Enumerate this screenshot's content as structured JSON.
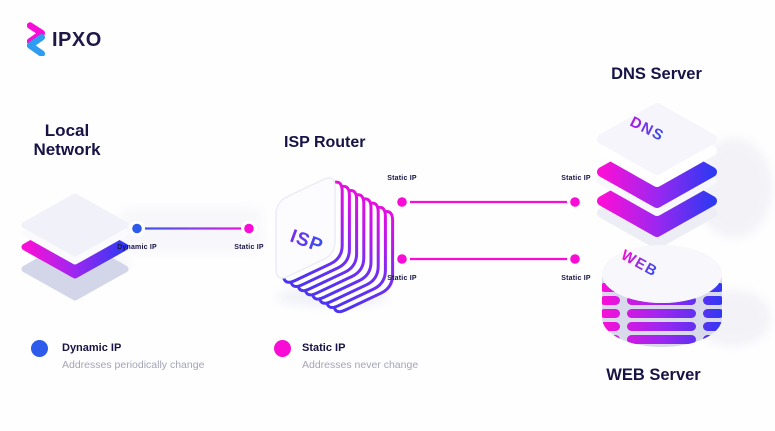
{
  "logo": {
    "brand": "IPXO"
  },
  "nodes": {
    "local_network": {
      "title_line1": "Local",
      "title_line2": "Network"
    },
    "isp_router": {
      "title": "ISP Router",
      "device_label": "ISP"
    },
    "dns_server": {
      "title": "DNS Server",
      "device_label": "DNS"
    },
    "web_server": {
      "title": "WEB Server",
      "device_label": "WEB"
    }
  },
  "connections": {
    "local_to_isp": {
      "from_label": "Dynamic IP",
      "to_label": "Static IP"
    },
    "isp_to_dns": {
      "from_label": "Static IP",
      "to_label": "Static IP"
    },
    "isp_to_web": {
      "from_label": "Static IP",
      "to_label": "Static IP"
    }
  },
  "legend": {
    "dynamic_ip": {
      "label": "Dynamic IP",
      "description": "Addresses periodically change",
      "color": "#2E5BE9"
    },
    "static_ip": {
      "label": "Static IP",
      "description": "Addresses never change",
      "color": "#F80CD6"
    }
  },
  "colors": {
    "magenta": "#F80CD6",
    "blue": "#2E5BE9",
    "gradient_purple": "#9C27F0",
    "gradient_blue": "#3038F2",
    "navy": "#171345",
    "lavender": "#D8DAEB"
  }
}
